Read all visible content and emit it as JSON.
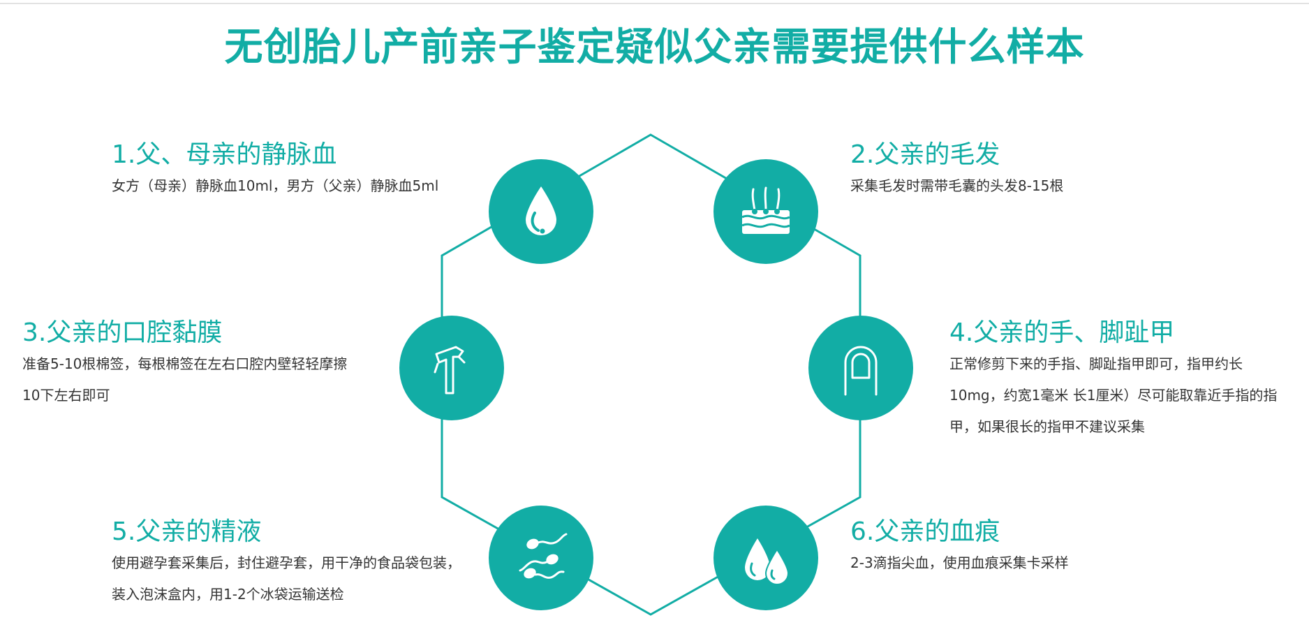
{
  "title": "无创胎儿产前亲子鉴定疑似父亲需要提供什么样本",
  "accent_color": "#12ada5",
  "samples": [
    {
      "title": "1.父、母亲的静脉血",
      "description": "女方（母亲）静脉血10ml，男方（父亲）静脉血5ml",
      "icon": "blood-drop-icon"
    },
    {
      "title": "2.父亲的毛发",
      "description": "采集毛发时需带毛囊的头发8-15根",
      "icon": "hair-follicle-icon"
    },
    {
      "title": "3.父亲的口腔黏膜",
      "description": "准备5-10根棉签，每根棉签在左右口腔内壁轻轻摩擦10下左右即可",
      "icon": "cotton-swab-icon"
    },
    {
      "title": "4.父亲的手、脚趾甲",
      "description": "正常修剪下来的手指、脚趾指甲即可，指甲约长10mg，约宽1毫米 长1厘米）尽可能取靠近手指的指甲，如果很长的指甲不建议采集",
      "icon": "fingernail-icon"
    },
    {
      "title": "5.父亲的精液",
      "description": "使用避孕套采集后，封住避孕套，用干净的食品袋包装，装入泡沫盒内，用1-2个冰袋运输送检",
      "icon": "sperm-icon"
    },
    {
      "title": "6.父亲的血痕",
      "description": "2-3滴指尖血，使用血痕采集卡采样",
      "icon": "blood-drops-icon"
    }
  ]
}
